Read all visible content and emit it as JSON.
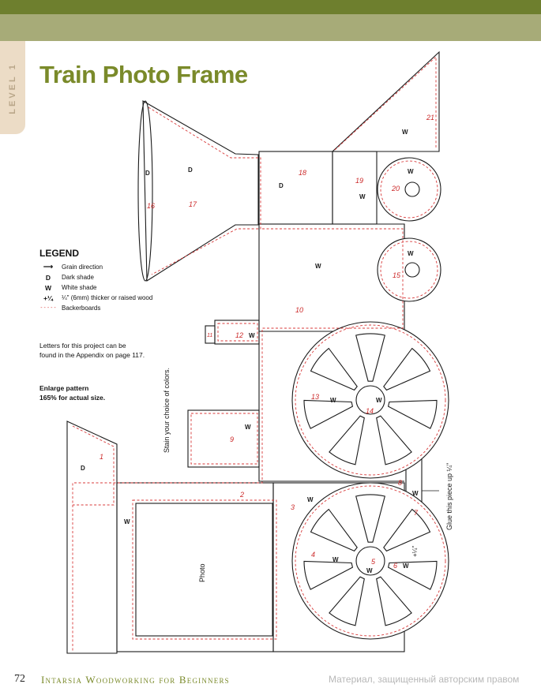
{
  "header": {
    "level_label": "LEVEL 1",
    "title": "Train Photo Frame"
  },
  "legend": {
    "title": "LEGEND",
    "items": [
      {
        "symbol": "⟶",
        "label": "Grain direction"
      },
      {
        "symbol": "D",
        "label": "Dark shade"
      },
      {
        "symbol": "W",
        "label": "White shade"
      },
      {
        "symbol": "+¼",
        "label": "¼\" (6mm) thicker or raised wood"
      },
      {
        "symbol": "- - - - -",
        "label": "Backerboards"
      }
    ]
  },
  "notes": {
    "letters_line1": "Letters for this project can be",
    "letters_line2": "found in the Appendix on page 117.",
    "enlarge_line1": "Enlarge pattern",
    "enlarge_line2": "165% for actual size."
  },
  "pattern": {
    "stain_note": "Stain your choice of colors.",
    "glue_note": "Glue this piece up ¼\"",
    "photo_label": "Photo",
    "raised_label": "+¼\"",
    "dark": "D",
    "white": "W",
    "pieces": [
      "1",
      "2",
      "3",
      "4",
      "5",
      "6",
      "7",
      "8",
      "9",
      "10",
      "11",
      "12",
      "13",
      "14",
      "15",
      "16",
      "17",
      "18",
      "19",
      "20",
      "21"
    ],
    "colors": {
      "line": "#1a1a1a",
      "backer": "#d83a3a",
      "number": "#cc2a2a"
    }
  },
  "footer": {
    "page_number": "72",
    "book_title": "Intarsia Woodworking for Beginners",
    "watermark": "Материал, защищенный авторским правом"
  }
}
